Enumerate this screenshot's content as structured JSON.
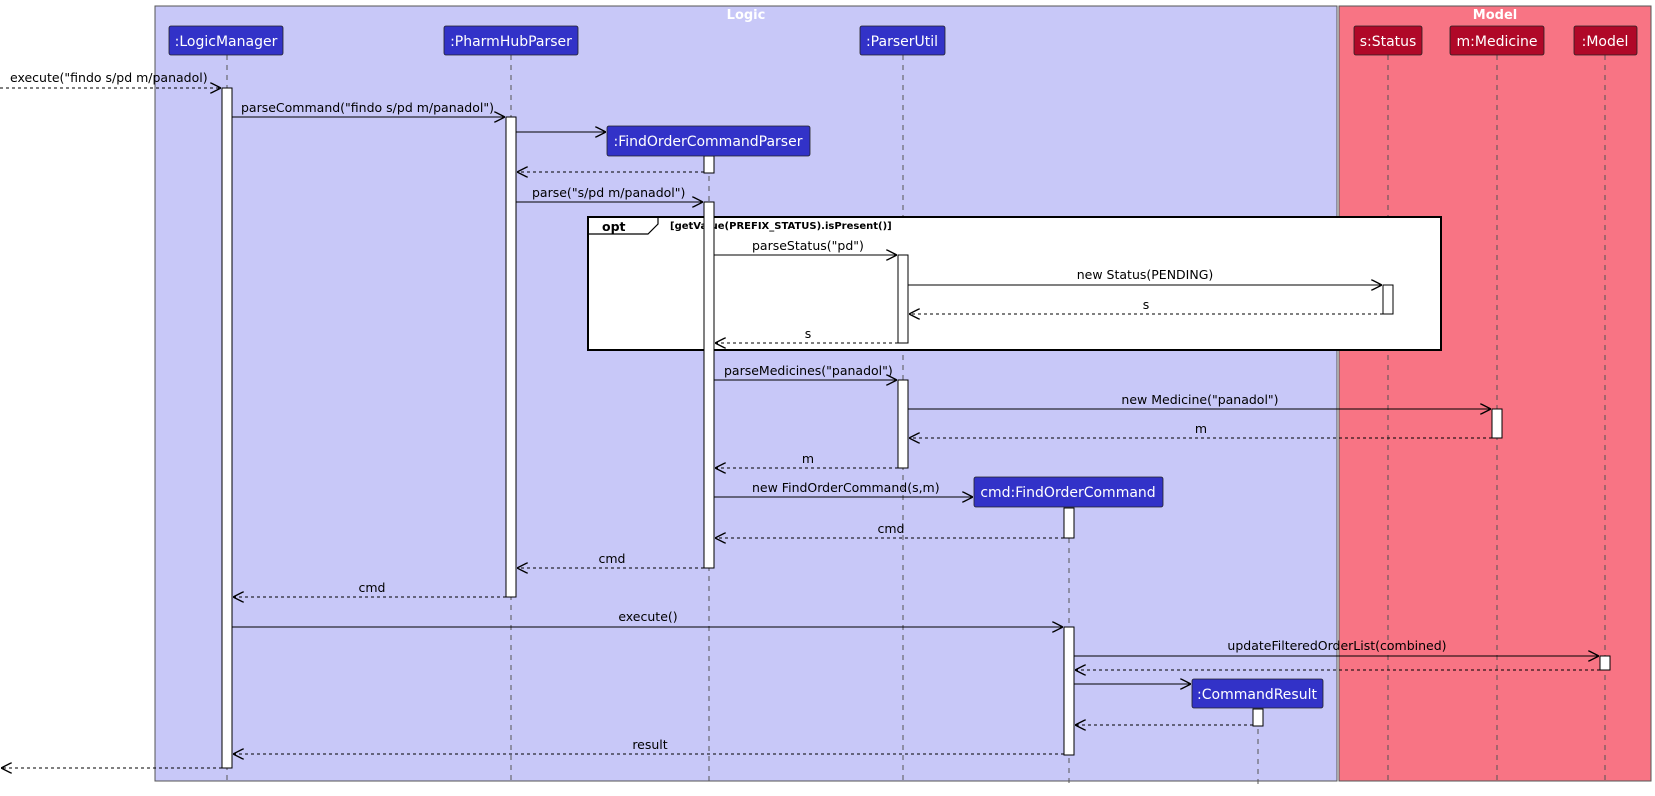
{
  "colors": {
    "logic_bg": "#c8c8f8",
    "model_bg": "#f87484",
    "logic_head": "#3232c8",
    "model_head": "#b00828"
  },
  "boxes": {
    "logic": "Logic",
    "model": "Model"
  },
  "participants": {
    "logic_manager": ":LogicManager",
    "pharmhub_parser": ":PharmHubParser",
    "find_order_command_parser": ":FindOrderCommandParser",
    "parser_util": ":ParserUtil",
    "find_order_command": "cmd:FindOrderCommand",
    "command_result": ":CommandResult",
    "status": "s:Status",
    "medicine": "m:Medicine",
    "model": ":Model"
  },
  "fragment": {
    "keyword": "opt",
    "guard": "[getValue(PREFIX_STATUS).isPresent()]"
  },
  "messages": {
    "execute_in": "execute(\"findo s/pd m/panadol)",
    "parse_command": "parseCommand(\"findo s/pd m/panadol\")",
    "parse": "parse(\"s/pd m/panadol\")",
    "parse_status": "parseStatus(\"pd\")",
    "new_status": "new Status(PENDING)",
    "ret_s_status": "s",
    "ret_s_util": "s",
    "parse_medicines": "parseMedicines(\"panadol\")",
    "new_medicine": "new Medicine(\"panadol\")",
    "ret_m_medicine": "m",
    "ret_m_util": "m",
    "new_find_order": "new FindOrderCommand(s,m)",
    "ret_cmd_1": "cmd",
    "ret_cmd_2": "cmd",
    "ret_cmd_3": "cmd",
    "execute": "execute()",
    "update_filtered": "updateFilteredOrderList(combined)",
    "result": "result"
  }
}
